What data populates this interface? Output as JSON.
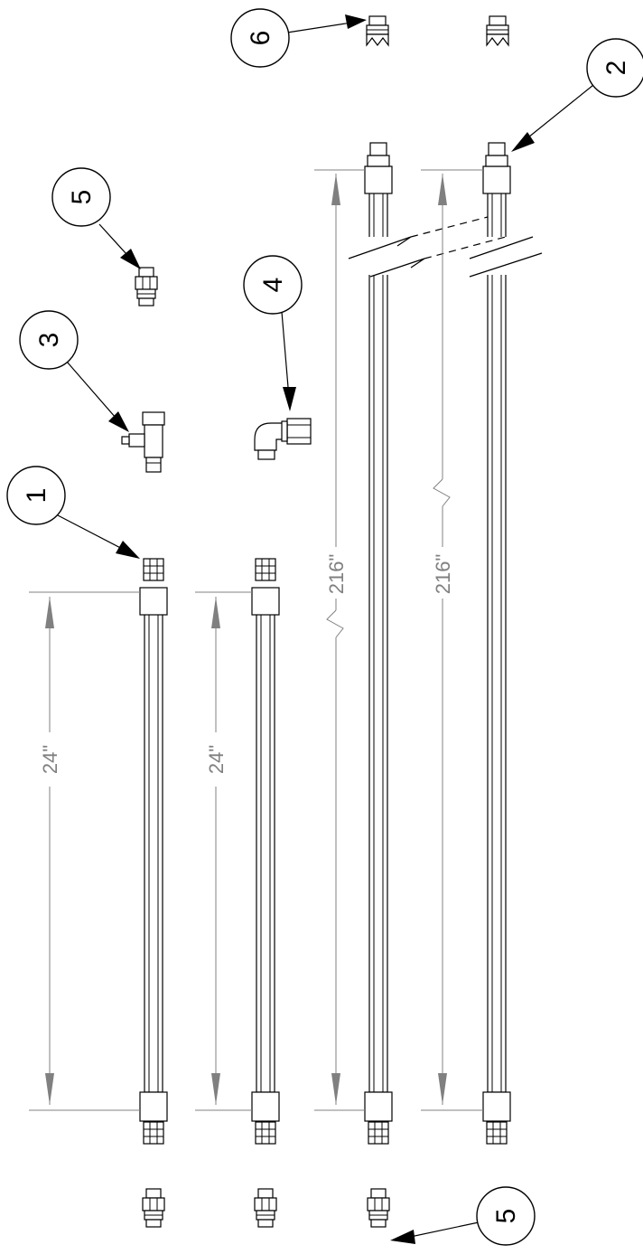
{
  "callouts": {
    "item_1": "1",
    "item_2": "2",
    "item_3": "3",
    "item_4": "4",
    "item_5_top": "5",
    "item_5_bottom": "5",
    "item_6": "6"
  },
  "dimensions": {
    "hose_a_length": "24\"",
    "hose_b_length": "24\"",
    "hose_c_length": "216\"",
    "hose_d_length": "216\""
  }
}
